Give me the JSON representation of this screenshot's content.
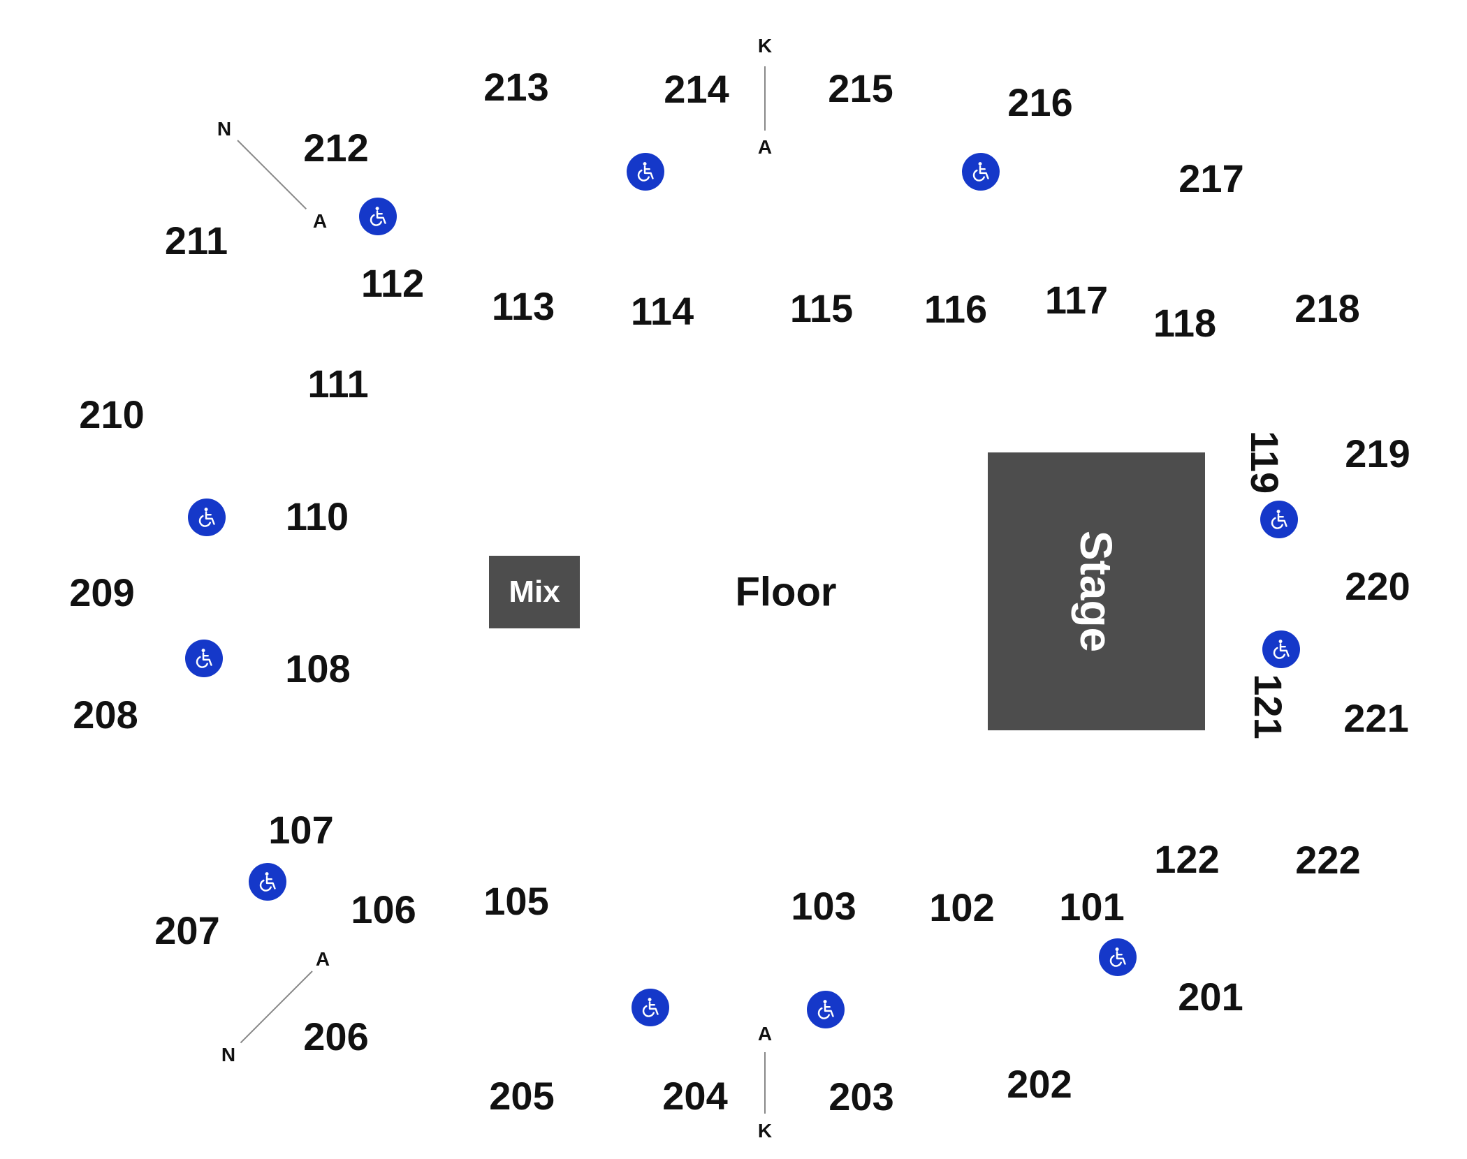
{
  "colors": {
    "background": "#ffffff",
    "block": "#4d4d4d",
    "accessible": "#1538c9",
    "text": "#111111"
  },
  "map": {
    "stage_label": "Stage",
    "mix_label": "Mix",
    "floor_label": "Floor",
    "sections": {
      "s101": "101",
      "s102": "102",
      "s103": "103",
      "s105": "105",
      "s106": "106",
      "s107": "107",
      "s108": "108",
      "s110": "110",
      "s111": "111",
      "s112": "112",
      "s113": "113",
      "s114": "114",
      "s115": "115",
      "s116": "116",
      "s117": "117",
      "s118": "118",
      "s119": "119",
      "s121": "121",
      "s122": "122",
      "s201": "201",
      "s202": "202",
      "s203": "203",
      "s204": "204",
      "s205": "205",
      "s206": "206",
      "s207": "207",
      "s208": "208",
      "s209": "209",
      "s210": "210",
      "s211": "211",
      "s212": "212",
      "s213": "213",
      "s214": "214",
      "s215": "215",
      "s216": "216",
      "s217": "217",
      "s218": "218",
      "s219": "219",
      "s220": "220",
      "s221": "221",
      "s222": "222"
    },
    "row_markers": {
      "top_k": "K",
      "top_a": "A",
      "nw_n": "N",
      "nw_a": "A",
      "sw_a": "A",
      "sw_n": "N",
      "bottom_a": "A",
      "bottom_k": "K"
    },
    "accessible_icon": "wheelchair-icon"
  }
}
